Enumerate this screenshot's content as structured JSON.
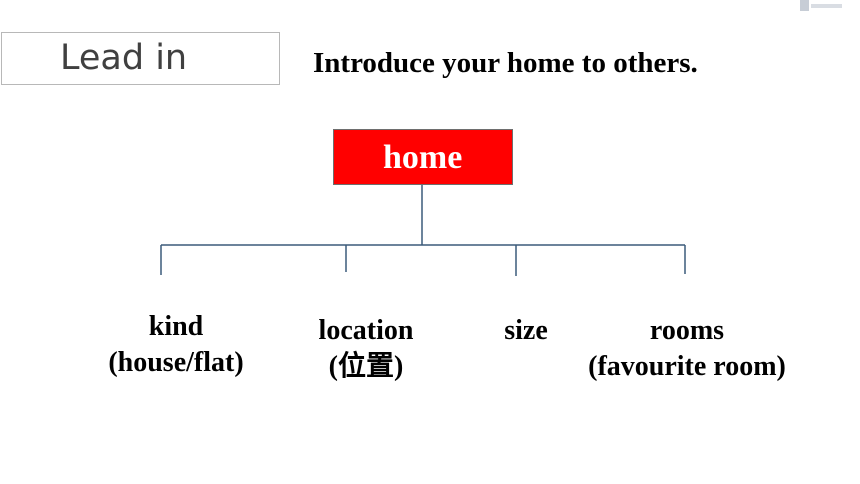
{
  "slide": {
    "lead_in": "Lead in",
    "headline": "Introduce your home to others."
  },
  "diagram": {
    "root": "home",
    "branches": [
      {
        "title": "kind",
        "detail": "(house/flat)"
      },
      {
        "title": "location",
        "detail": "(位置)"
      },
      {
        "title": "size",
        "detail": ""
      },
      {
        "title": "rooms",
        "detail": "(favourite room)"
      }
    ]
  },
  "colors": {
    "root_fill": "#ff0000",
    "connector": "#3b5a7a"
  }
}
